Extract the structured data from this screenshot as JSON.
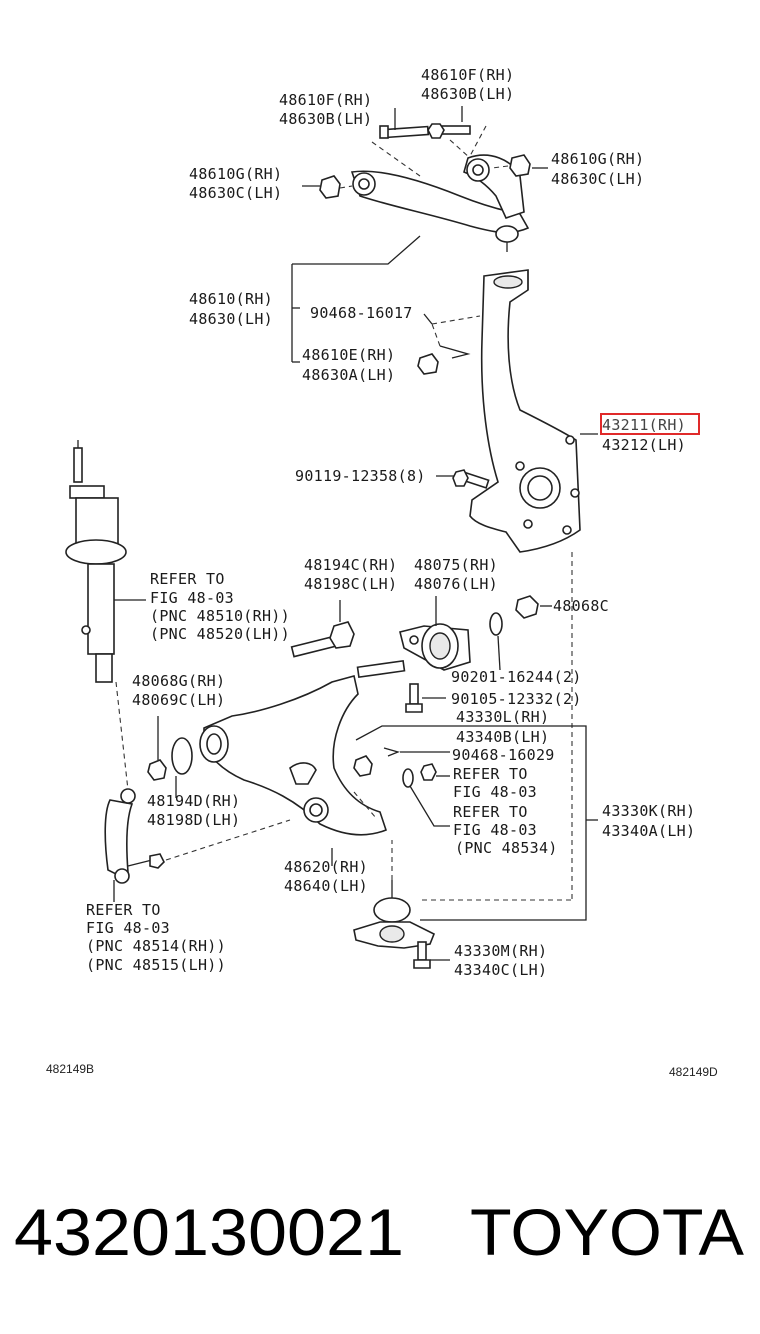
{
  "labels": {
    "upper_bolt_rh_a": "48610F(RH)",
    "upper_bolt_lh_a": "48630B(LH)",
    "upper_bolt_rh_b": "48610F(RH)",
    "upper_bolt_lh_b": "48630B(LH)",
    "upper_nut_left_rh": "48610G(RH)",
    "upper_nut_left_lh": "48630C(LH)",
    "upper_nut_right_rh": "48610G(RH)",
    "upper_nut_right_lh": "48630C(LH)",
    "upper_arm_rh": "48610(RH)",
    "upper_arm_lh": "48630(LH)",
    "cotter_pin": "90468-16017",
    "upper_arm_sub_rh": "48610E(RH)",
    "upper_arm_sub_lh": "48630A(LH)",
    "knuckle_rh": "43211(RH)",
    "knuckle_lh": "43212(LH)",
    "knuckle_bolt": "90119-12358(8)",
    "strut_ref": "REFER TO",
    "strut_fig": "FIG 48-03",
    "strut_pnc_rh": "(PNC 48510(RH))",
    "strut_pnc_lh": "(PNC 48520(LH))",
    "lower_bolt_rh": "48194C(RH)",
    "lower_bolt_lh": "48198C(LH)",
    "bushing_rh": "48075(RH)",
    "bushing_lh": "48076(LH)",
    "nut_48068c": "48068C",
    "washer_48068g_rh": "48068G(RH)",
    "washer_48069c_lh": "48069C(LH)",
    "bolt_90201": "90201-16244(2)",
    "bolt_90105": "90105-12332(2)",
    "ball_joint_rh": "43330L(RH)",
    "ball_joint_lh": "43340B(LH)",
    "cotter_pin_2": "90468-16029",
    "ref_a": "REFER TO",
    "ref_a_fig": "FIG 48-03",
    "ref_b": "REFER TO",
    "ref_b_fig": "FIG 48-03",
    "ref_b_pnc": "(PNC 48534)",
    "lower_nut_rh": "48194D(RH)",
    "lower_nut_lh": "48198D(LH)",
    "ball_joint_k_rh": "43330K(RH)",
    "ball_joint_k_lh": "43340A(LH)",
    "lower_arm_rh": "48620(RH)",
    "lower_arm_lh": "48640(LH)",
    "stab_ref": "REFER TO",
    "stab_fig": "FIG 48-03",
    "stab_pnc_rh": "(PNC 48514(RH))",
    "stab_pnc_lh": "(PNC 48515(LH))",
    "ball_bolt_rh": "43330M(RH)",
    "ball_bolt_lh": "43340C(LH)",
    "code_left": "482149B",
    "code_right": "482149D"
  },
  "footer": {
    "part_number": "4320130021",
    "brand": "TOYOTA"
  },
  "colors": {
    "highlight": "#e02a2a",
    "ink": "#222222"
  }
}
